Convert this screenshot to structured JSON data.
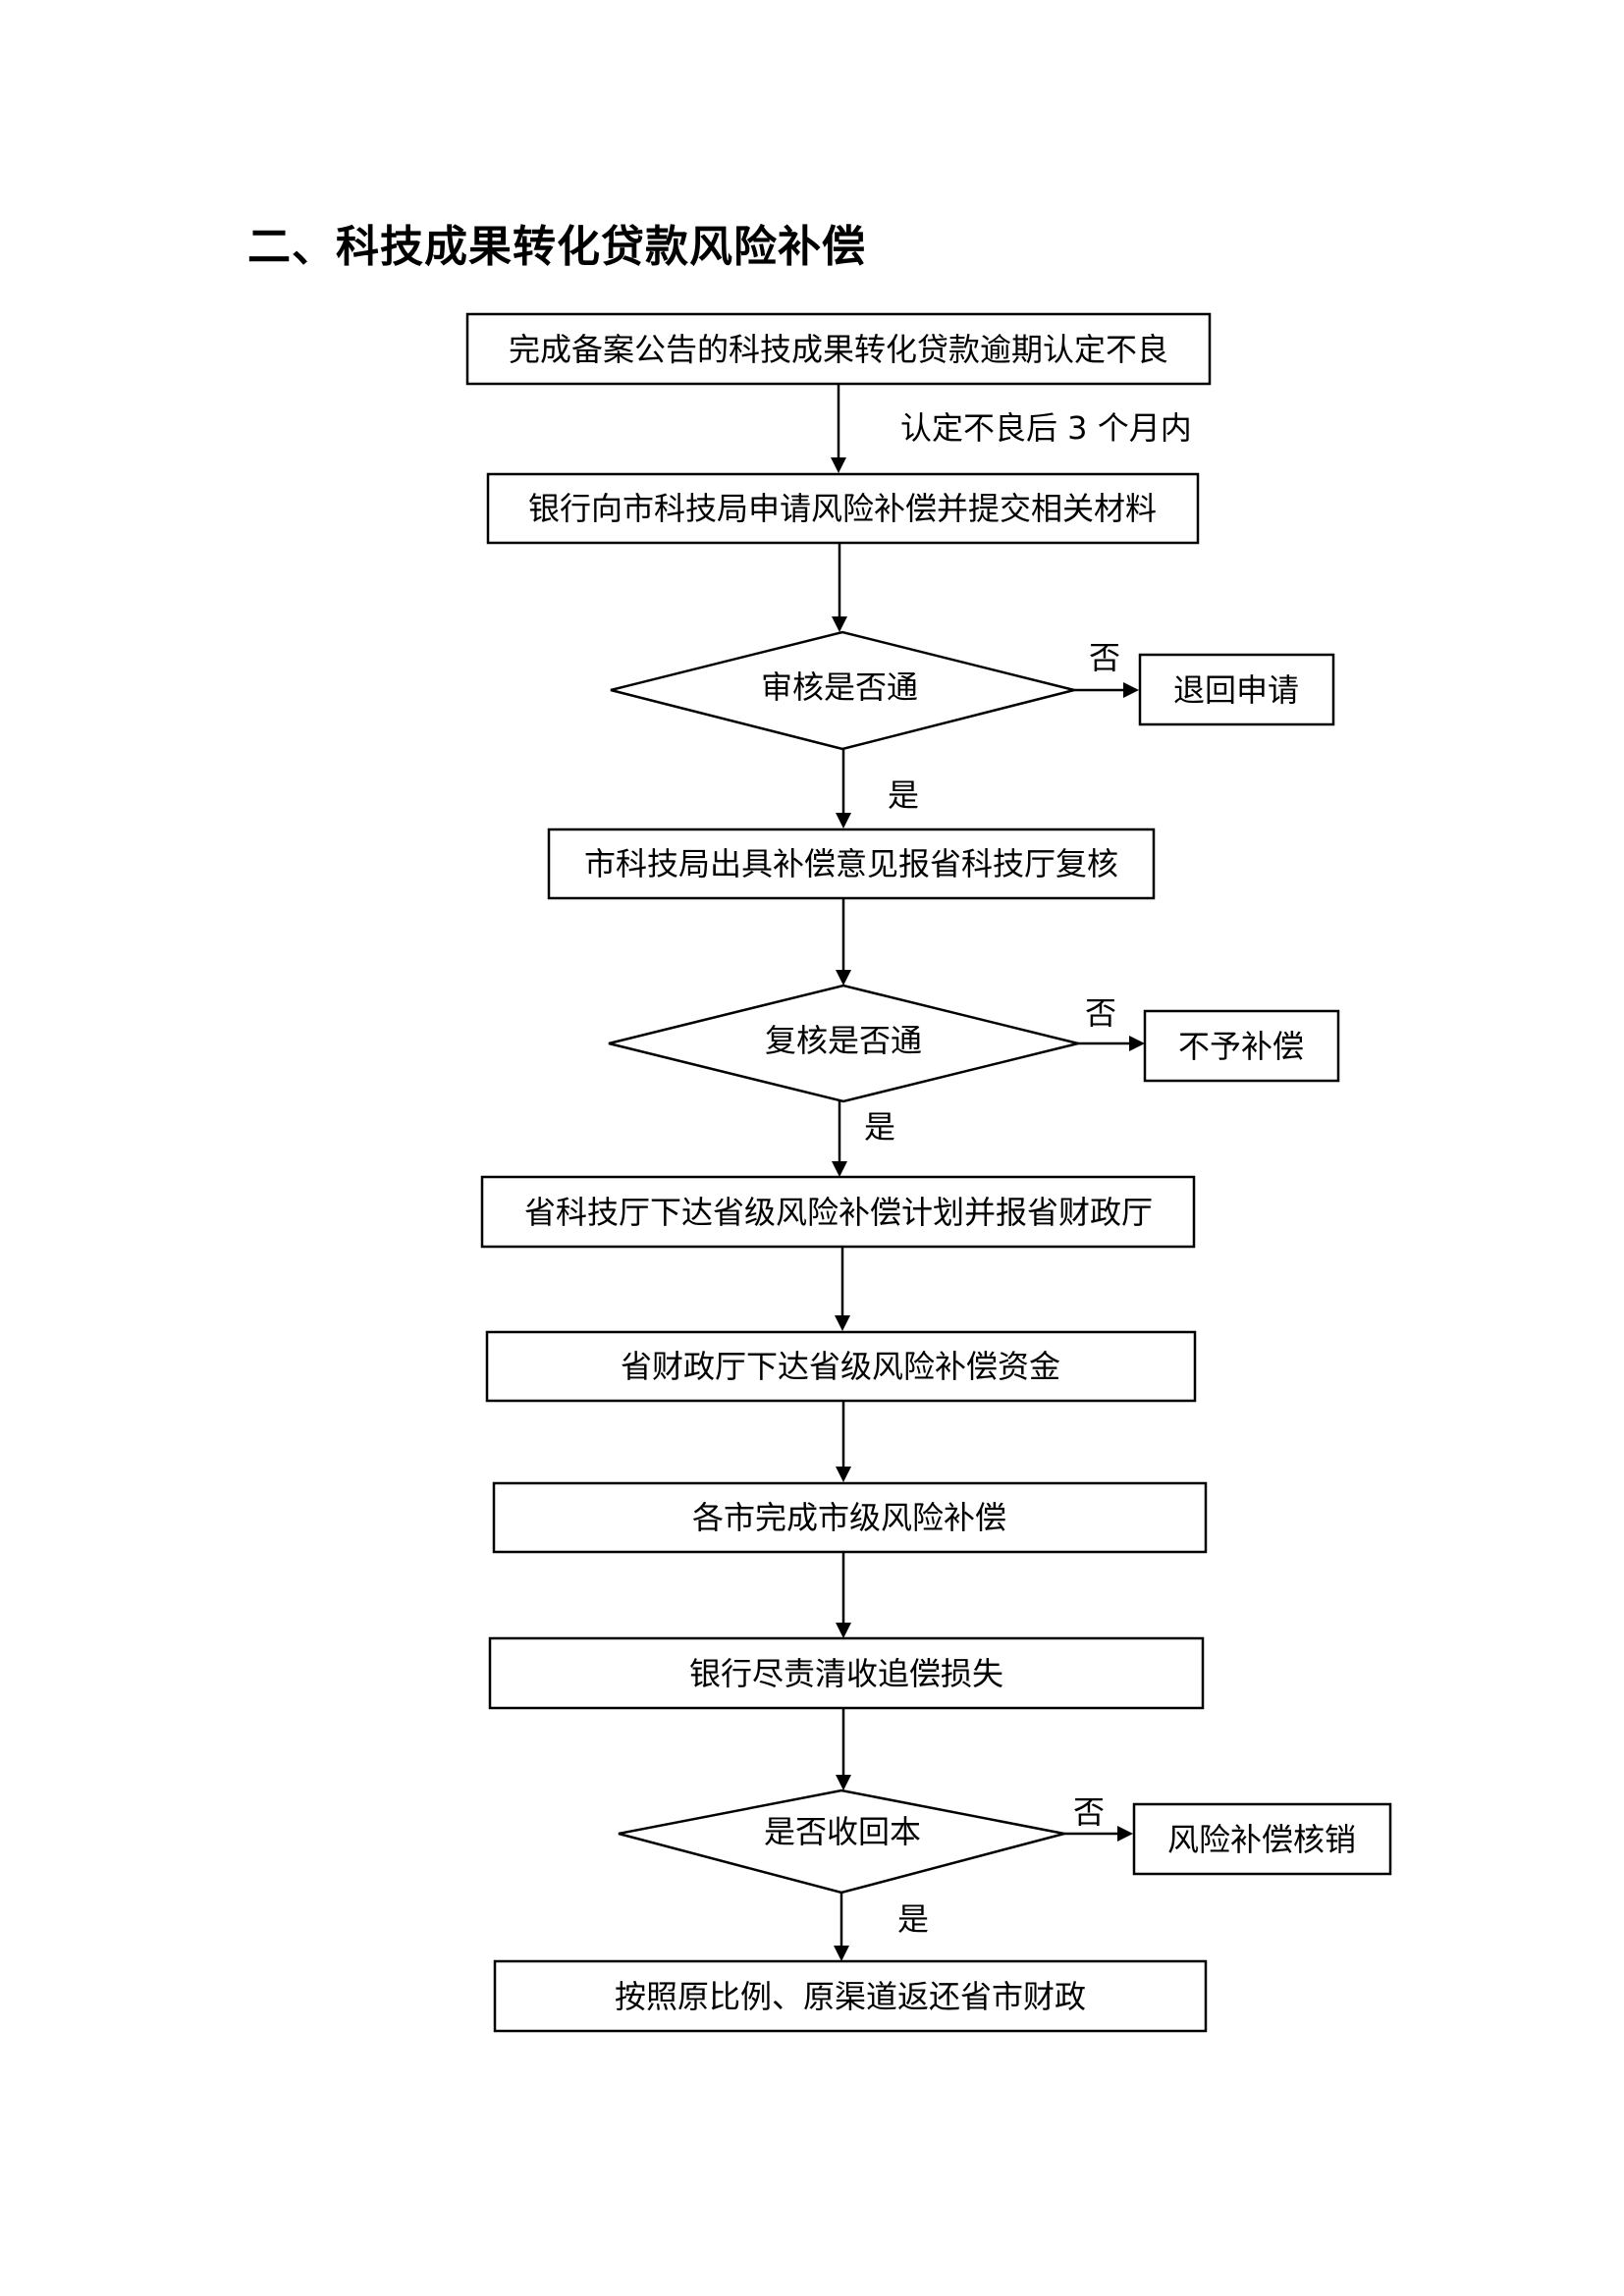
{
  "title": "二、科技成果转化贷款风险补偿",
  "steps": {
    "s1": "完成备案公告的科技成果转化贷款逾期认定不良",
    "s2": "银行向市科技局申请风险补偿并提交相关材料",
    "d1": "审核是否通",
    "r1": "退回申请",
    "s3": "市科技局出具补偿意见报省科技厅复核",
    "d2": "复核是否通",
    "r2": "不予补偿",
    "s4": "省科技厅下达省级风险补偿计划并报省财政厅",
    "s5": "省财政厅下达省级风险补偿资金",
    "s6": "各市完成市级风险补偿",
    "s7": "银行尽责清收追偿损失",
    "d3": "是否收回本",
    "r3": "风险补偿核销",
    "s8": "按照原比例、原渠道返还省市财政"
  },
  "edges": {
    "e1": "认定不良后 3 个月内",
    "d1_no": "否",
    "d1_yes": "是",
    "d2_no": "否",
    "d2_yes": "是",
    "d3_no": "否",
    "d3_yes": "是"
  }
}
